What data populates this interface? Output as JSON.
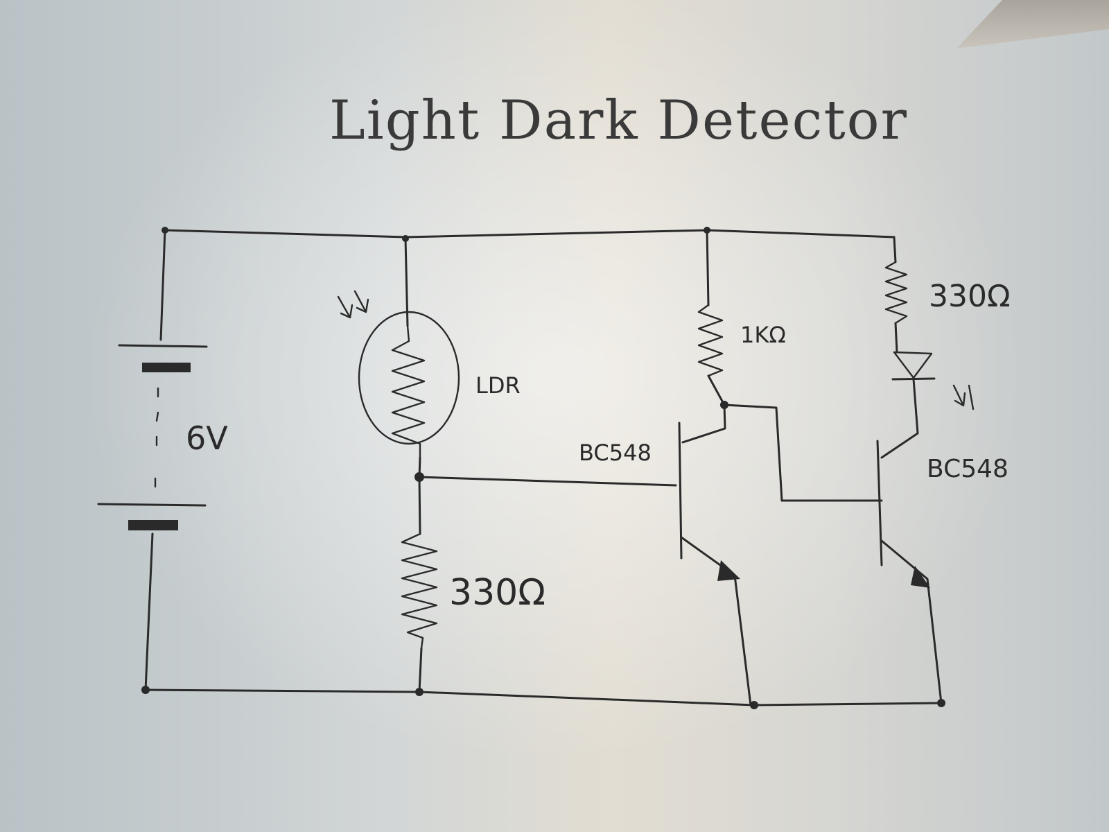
{
  "title": "Light Dark Detector",
  "battery": {
    "label": "6V"
  },
  "ldr": {
    "label": "LDR"
  },
  "resistors": {
    "r_divider": "330Ω",
    "r_collector": "1KΩ",
    "r_led": "330Ω"
  },
  "transistors": {
    "q1": "BC548",
    "q2": "BC548"
  },
  "colors": {
    "ink": "#2a2a2a",
    "paper": "#dedbd3"
  }
}
